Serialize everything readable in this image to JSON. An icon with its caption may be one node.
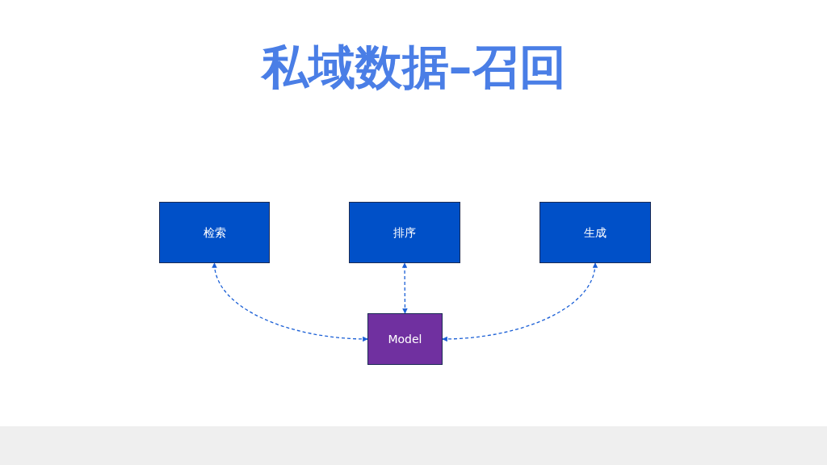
{
  "diagram": {
    "title": "私域数据–召回",
    "nodes": [
      {
        "text": [
          "检索"
        ]
      },
      {
        "text": [
          "排序"
        ]
      },
      {
        "text": [
          "生成"
        ]
      },
      {
        "text": [
          "Model"
        ]
      }
    ],
    "edges": [
      {
        "from": 3,
        "to": 0,
        "arrow": "both",
        "style": "dashed"
      },
      {
        "from": 3,
        "to": 1,
        "arrow": "both",
        "style": "dashed"
      },
      {
        "from": 3,
        "to": 2,
        "arrow": "both",
        "style": "dashed"
      }
    ]
  }
}
